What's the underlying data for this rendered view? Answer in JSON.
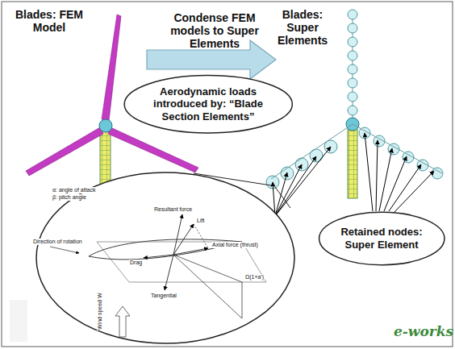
{
  "diagram": {
    "nodes": [
      {
        "text": [
          "Aerodynamic loads introduced by: “Blade Section Elements”"
        ]
      },
      {
        "text": [
          "Retained nodes: Super Element"
        ]
      }
    ],
    "labels": [
      "Blades: FEM Model",
      "Condense FEM models to Super Elements",
      "Blades: Super Elements",
      "α: angle of attack",
      "β: pitch angle",
      "Resultant force",
      "Lift",
      "Axial force (thrust)",
      "Drag",
      "Tangential",
      "Direction of rotation",
      "Ω(1+a')",
      "Wind speed W",
      "e-works"
    ]
  }
}
